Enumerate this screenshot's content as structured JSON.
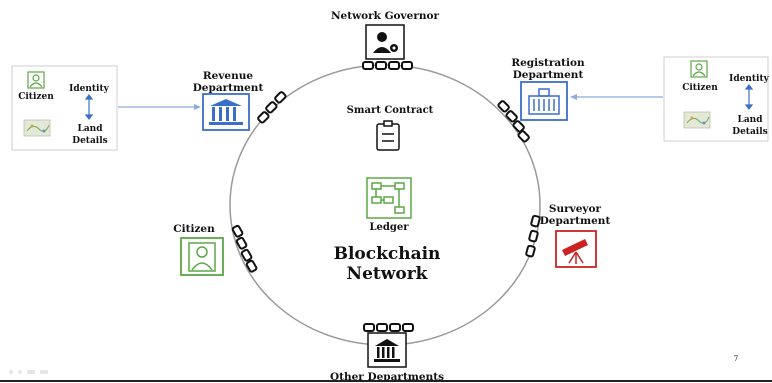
{
  "diagram": {
    "network": {
      "title_line1": "Blockchain",
      "title_line2": "Network"
    },
    "smart_contract": {
      "label": "Smart Contract"
    },
    "ledger": {
      "label": "Ledger"
    },
    "nodes": {
      "network_governor": {
        "label": "Network Governor"
      },
      "registration": {
        "label_line1": "Registration",
        "label_line2": "Department"
      },
      "revenue": {
        "label_line1": "Revenue",
        "label_line2": "Department"
      },
      "surveyor": {
        "label_line1": "Surveyor",
        "label_line2": "Department"
      },
      "citizen": {
        "label": "Citizen"
      },
      "other": {
        "label": "Other Departments"
      }
    },
    "left_card": {
      "citizen_label": "Citizen",
      "identity_label": "Identity",
      "land_line1": "Land",
      "land_line2": "Details"
    },
    "right_card": {
      "citizen_label": "Citizen",
      "identity_label": "Identity",
      "land_line1": "Land",
      "land_line2": "Details"
    }
  },
  "page_number": "7",
  "colors": {
    "blue": "#3a6fc9",
    "green": "#5aa845",
    "red": "#cc2222",
    "black": "#111111",
    "ring": "#9a9a9a"
  },
  "icons": {
    "network_governor": "user-gear-icon",
    "registration": "building-icon",
    "revenue": "bank-icon",
    "surveyor": "telescope-icon",
    "citizen": "person-icon",
    "other": "government-building-icon",
    "smart_contract": "clipboard-icon",
    "ledger": "flowchart-icon"
  }
}
